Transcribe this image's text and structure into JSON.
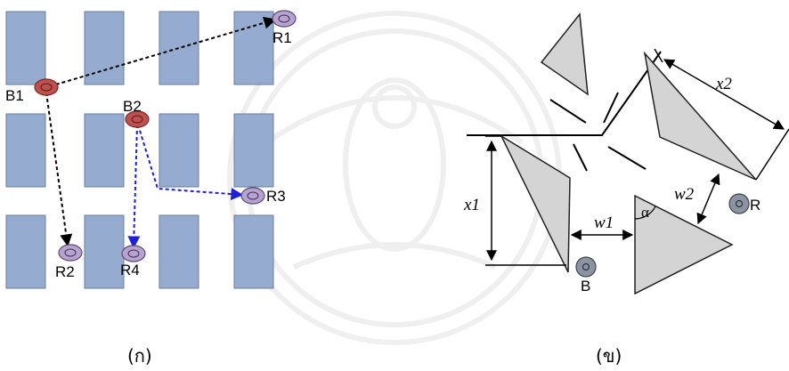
{
  "left_panel": {
    "caption": "(ก)",
    "nodes": [
      {
        "id": "b1",
        "label": "B1",
        "color": "#c0504d"
      },
      {
        "id": "b2",
        "label": "B2",
        "color": "#c0504d"
      },
      {
        "id": "r1",
        "label": "R1",
        "color": "#b7a3cf"
      },
      {
        "id": "r2",
        "label": "R2",
        "color": "#b7a3cf"
      },
      {
        "id": "r3",
        "label": "R3",
        "color": "#b7a3cf"
      },
      {
        "id": "r4",
        "label": "R4",
        "color": "#b7a3cf"
      }
    ],
    "colors": {
      "shelf_fill": "#95acd0",
      "shelf_stroke": "#6a7e9c",
      "path_black": "#000000",
      "path_blue": "#1f1fd6"
    }
  },
  "right_panel": {
    "caption": "(ข)",
    "labels": {
      "x1": "x1",
      "x2": "x2",
      "w1": "w1",
      "w2": "w2",
      "alpha": "α",
      "base": "B",
      "robot": "R"
    },
    "colors": {
      "triangle_fill": "#d4d4d4",
      "station_fill": "#8a94a2"
    }
  }
}
